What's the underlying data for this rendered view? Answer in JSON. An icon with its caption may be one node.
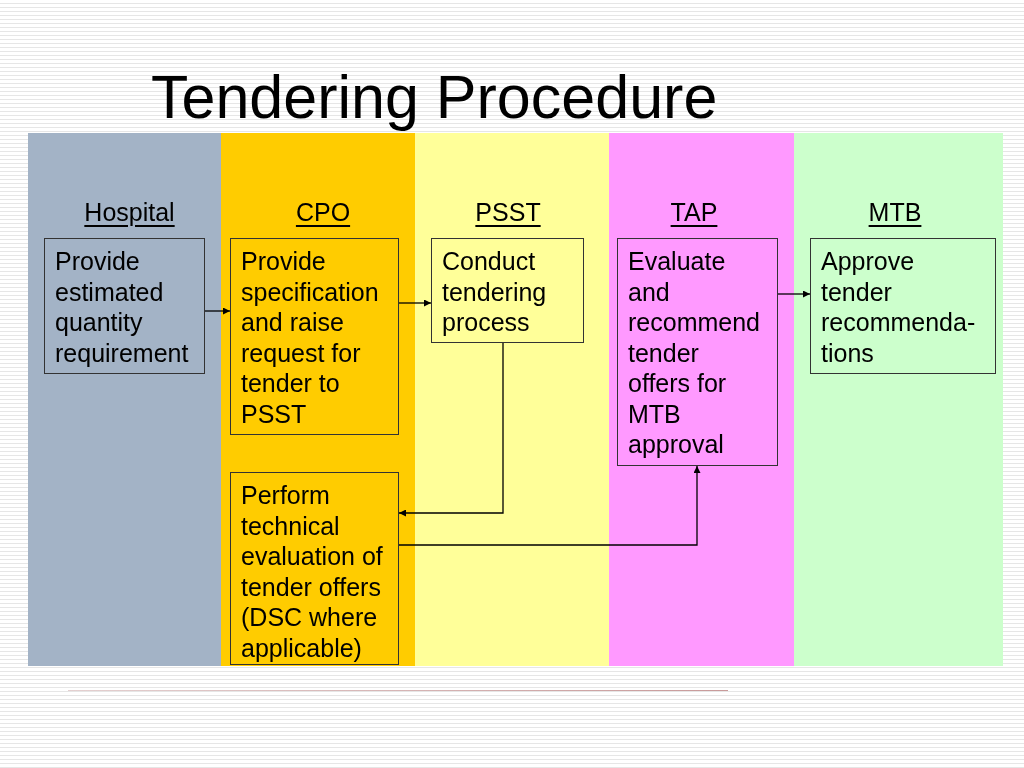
{
  "diagram": {
    "title": "Tendering Procedure",
    "nodes": [
      {
        "text": [
          "Hospital"
        ]
      },
      {
        "text": [
          "Provide estimated quantity requirement"
        ],
        "in": 0
      },
      {
        "text": [
          "CPO"
        ]
      },
      {
        "text": [
          "Provide specification and raise request for tender to PSST"
        ],
        "in": 2
      },
      {
        "text": [
          "Perform technical evaluation of tender offers (DSC where applicable)"
        ],
        "in": 2
      },
      {
        "text": [
          "PSST"
        ]
      },
      {
        "text": [
          "Conduct tendering process"
        ],
        "in": 5
      },
      {
        "text": [
          "TAP"
        ]
      },
      {
        "text": [
          "Evaluate and recommend tender offers for MTB approval"
        ],
        "in": 7
      },
      {
        "text": [
          "MTB"
        ]
      },
      {
        "text": [
          "Approve tender recommenda- tions"
        ],
        "in": 9
      }
    ],
    "edges": [
      {
        "from": 1,
        "to": 3,
        "arrow": "to"
      },
      {
        "from": 3,
        "to": 6,
        "arrow": "to"
      },
      {
        "from": 6,
        "to": 4,
        "arrow": "to"
      },
      {
        "from": 4,
        "to": 8,
        "arrow": "to"
      },
      {
        "from": 8,
        "to": 10,
        "arrow": "to"
      }
    ]
  }
}
